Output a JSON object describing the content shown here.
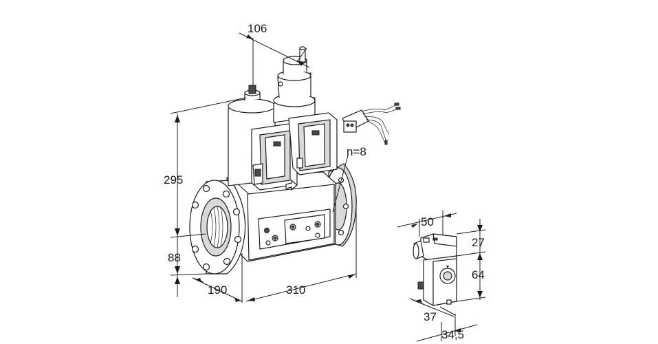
{
  "dimensions": {
    "top_width": "106",
    "height_total": "295",
    "height_lower": "88",
    "depth": "190",
    "length": "310",
    "bolt_count": "n=8"
  },
  "connector_dimensions": {
    "width": "50",
    "top_height": "27",
    "body_height": "64",
    "depth": "37",
    "offset": "34,5"
  }
}
